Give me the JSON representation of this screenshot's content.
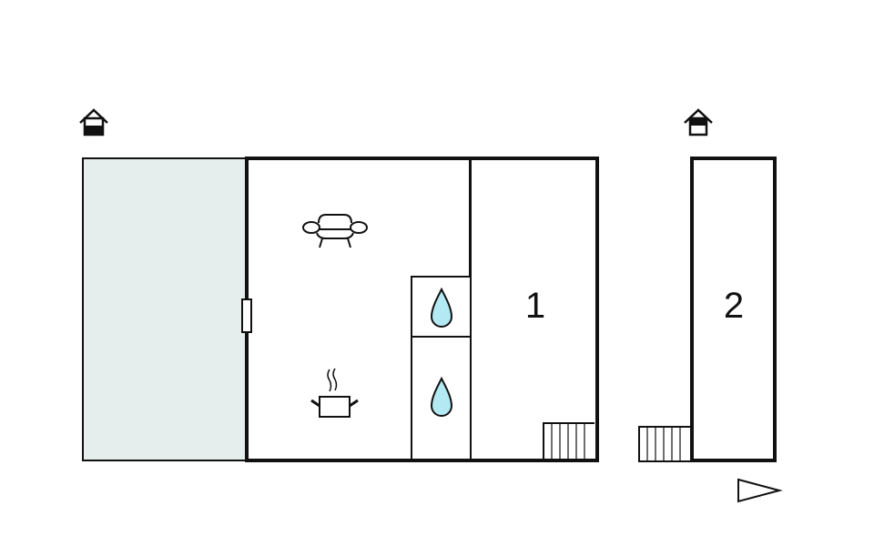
{
  "plan": {
    "type": "floor-plan",
    "colors": {
      "wall": "#111111",
      "terrace_fill": "#e6eeed",
      "water_fill": "#b3e9f2",
      "background": "#ffffff"
    },
    "rooms": [
      {
        "id": "terrace",
        "label": ""
      },
      {
        "id": "living-kitchen",
        "label": ""
      },
      {
        "id": "bathroom-1",
        "label": ""
      },
      {
        "id": "bathroom-2",
        "label": ""
      },
      {
        "id": "bedroom-1",
        "label": "1"
      },
      {
        "id": "bedroom-2",
        "label": "2"
      }
    ],
    "icons": [
      {
        "name": "entrance-icon",
        "room": "main-house"
      },
      {
        "name": "entrance-icon",
        "room": "annex"
      },
      {
        "name": "sofa-icon",
        "room": "living-kitchen"
      },
      {
        "name": "cooking-pot-icon",
        "room": "living-kitchen"
      },
      {
        "name": "water-drop-icon",
        "room": "bathroom-1"
      },
      {
        "name": "water-drop-icon",
        "room": "bathroom-2"
      },
      {
        "name": "stairs-icon",
        "room": "bedroom-1"
      },
      {
        "name": "stairs-icon",
        "room": "annex-exterior"
      },
      {
        "name": "north-arrow-icon",
        "room": ""
      }
    ]
  }
}
